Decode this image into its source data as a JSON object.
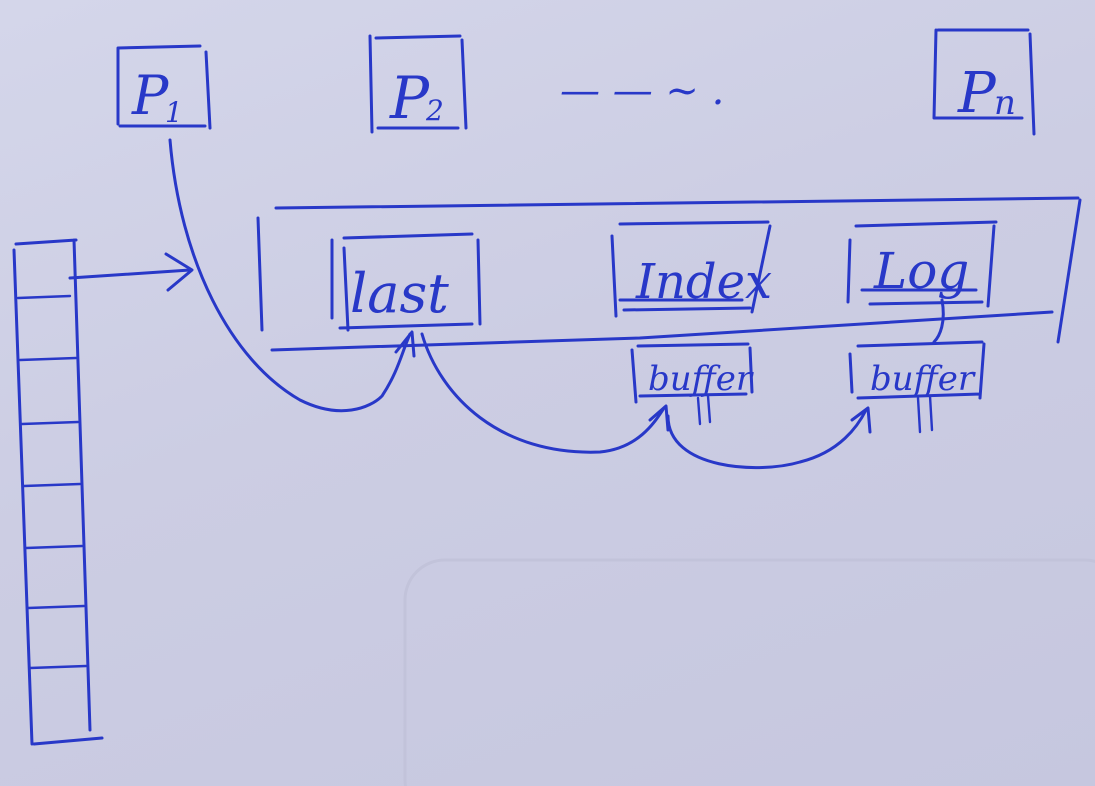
{
  "processes": [
    {
      "id": "p1",
      "label": "P",
      "sub": "1"
    },
    {
      "id": "p2",
      "label": "P",
      "sub": "2"
    },
    {
      "id": "pn",
      "label": "P",
      "sub": "n"
    }
  ],
  "ellipsis": "— — ~ .",
  "pool_blocks": [
    {
      "id": "last",
      "label": "last"
    },
    {
      "id": "index",
      "label": "Index"
    },
    {
      "id": "log",
      "label": "Log"
    }
  ],
  "buffers": [
    {
      "id": "buffer-index",
      "label": "buffer"
    },
    {
      "id": "buffer-log",
      "label": "buffer"
    }
  ],
  "colors": {
    "ink": "#2838c8",
    "paper": "#cfd0e6"
  }
}
